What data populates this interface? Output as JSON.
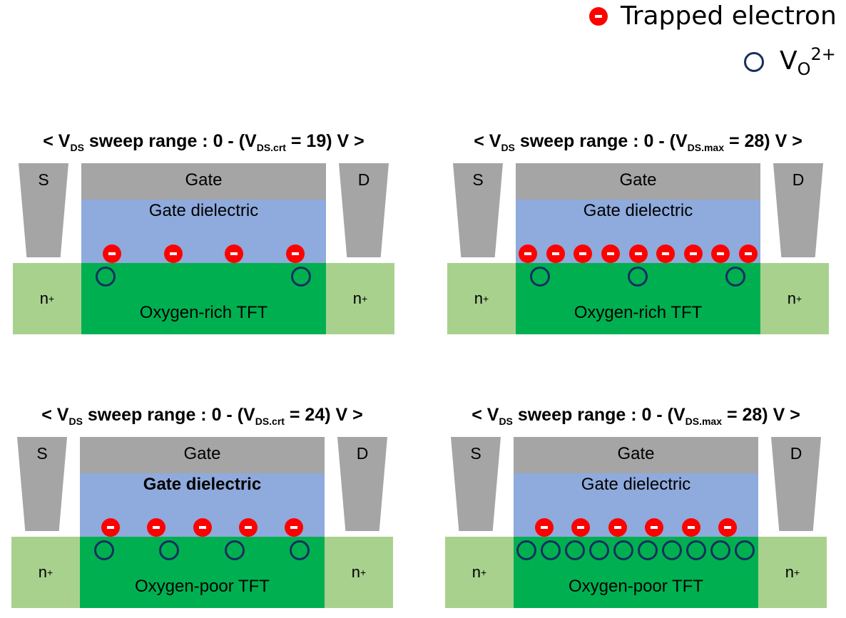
{
  "legend": {
    "electron_label": "Trapped electron",
    "vo_label": "V",
    "vo_sub": "O",
    "vo_sup": "2+"
  },
  "panels": [
    {
      "title_pre": "< V",
      "title_sub1": "DS",
      "title_mid": " sweep range : 0 - (V",
      "title_sub2": "DS.crt",
      "title_post": " = 19) V >",
      "source": "S",
      "drain": "D",
      "gate": "Gate",
      "dielectric": "Gate dielectric",
      "dielectric_bold": false,
      "n_plus": "n",
      "n_plus_sup": "+",
      "channel": "Oxygen-rich TFT",
      "trapped_electrons": 4,
      "vo_count": 2
    },
    {
      "title_pre": "< V",
      "title_sub1": "DS",
      "title_mid": " sweep range : 0 - (V",
      "title_sub2": "DS.max",
      "title_post": " = 28) V >",
      "source": "S",
      "drain": "D",
      "gate": "Gate",
      "dielectric": "Gate dielectric",
      "dielectric_bold": false,
      "n_plus": "n",
      "n_plus_sup": "+",
      "channel": "Oxygen-rich TFT",
      "trapped_electrons": 9,
      "vo_count": 3
    },
    {
      "title_pre": "< V",
      "title_sub1": "DS",
      "title_mid": " sweep range : 0 - (V",
      "title_sub2": "DS.crt",
      "title_post": " = 24) V >",
      "source": "S",
      "drain": "D",
      "gate": "Gate",
      "dielectric": "Gate dielectric",
      "dielectric_bold": true,
      "n_plus": "n",
      "n_plus_sup": "+",
      "channel": "Oxygen-poor TFT",
      "trapped_electrons": 5,
      "vo_count": 4
    },
    {
      "title_pre": "< V",
      "title_sub1": "DS",
      "title_mid": " sweep range : 0 - (V",
      "title_sub2": "DS.max",
      "title_post": " = 28) V >",
      "source": "S",
      "drain": "D",
      "gate": "Gate",
      "dielectric": "Gate dielectric",
      "dielectric_bold": false,
      "n_plus": "n",
      "n_plus_sup": "+",
      "channel": "Oxygen-poor TFT",
      "trapped_electrons": 6,
      "vo_count": 10
    }
  ],
  "colors": {
    "gate": "#a5a5a5",
    "dielectric": "#8faadc",
    "channel": "#00b050",
    "n_plus": "#a9d18e",
    "electron": "#ff0000",
    "vo": "#17305f"
  }
}
